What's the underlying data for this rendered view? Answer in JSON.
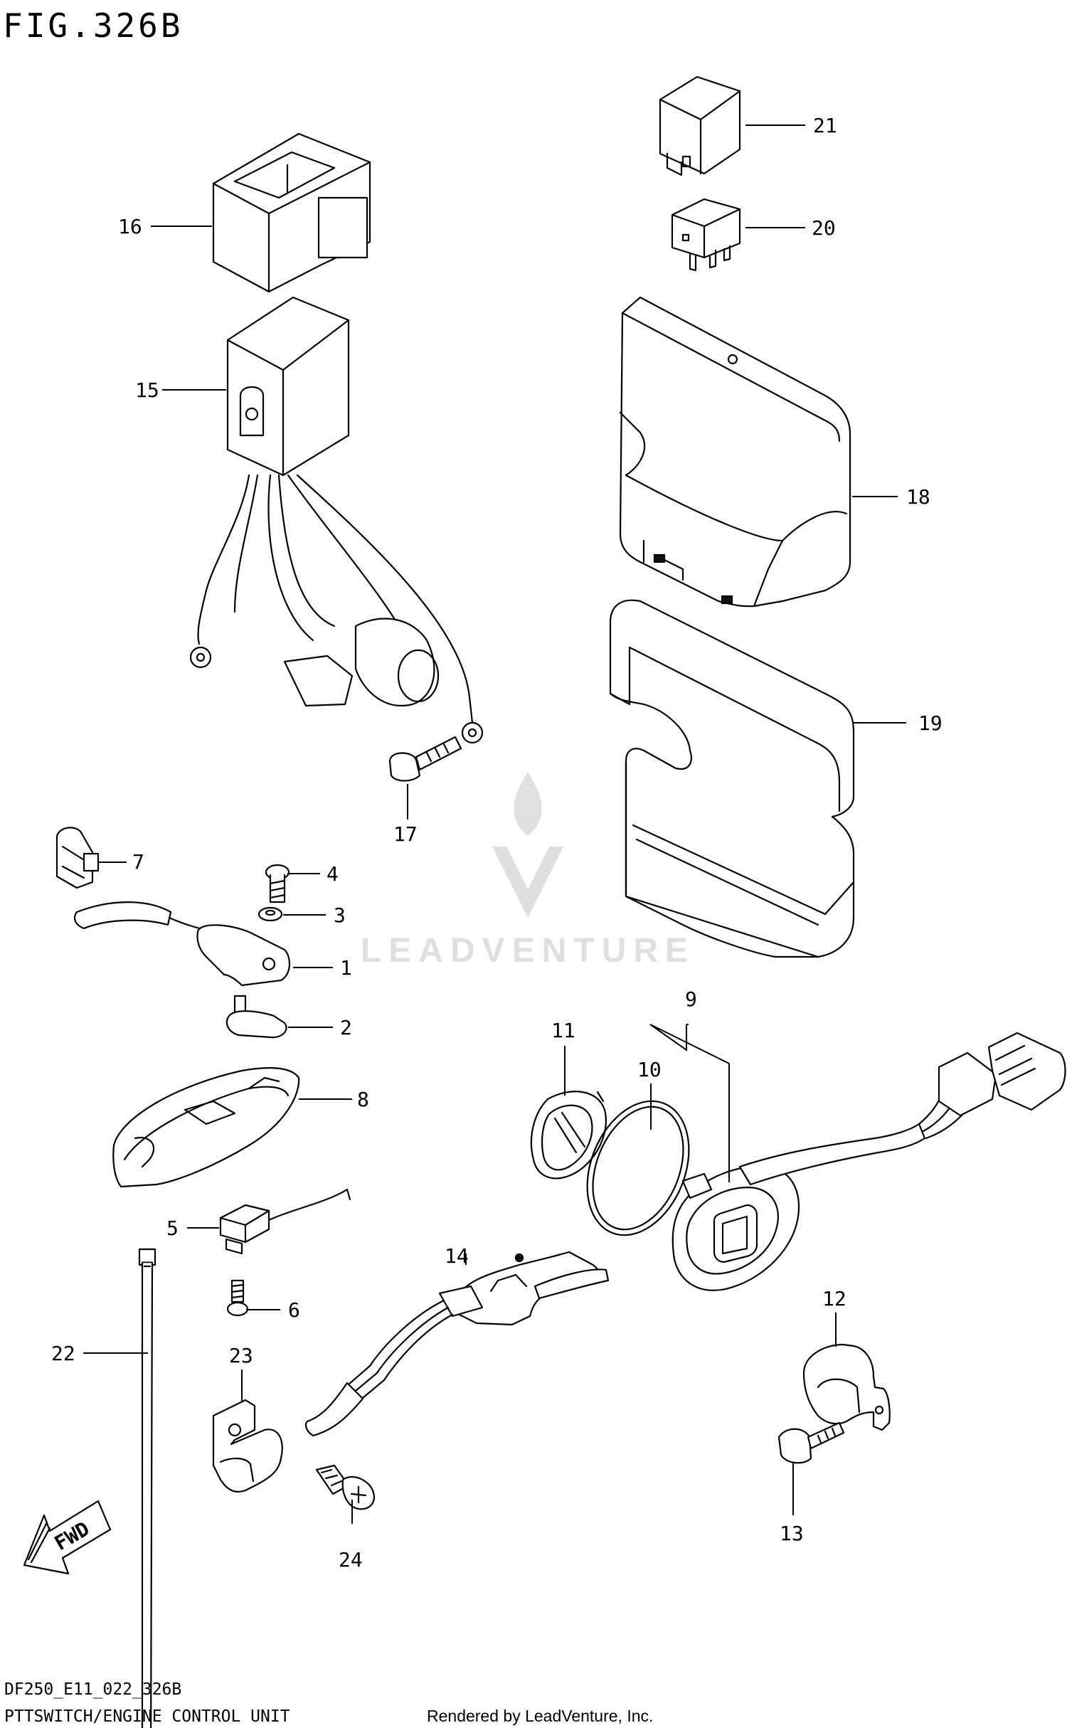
{
  "figure_title": "FIG.326B",
  "diagram_code": "DF250_E11_022_326B",
  "caption": "PTTSWITCH/ENGINE CONTROL UNIT",
  "credit": "Rendered by LeadVenture, Inc.",
  "watermark": "LEADVENTURE",
  "direction_arrow": "FWD",
  "callouts": [
    "1",
    "2",
    "3",
    "4",
    "5",
    "6",
    "7",
    "8",
    "9",
    "10",
    "11",
    "12",
    "13",
    "14",
    "15",
    "16",
    "17",
    "18",
    "19",
    "20",
    "21",
    "22",
    "23",
    "24"
  ]
}
